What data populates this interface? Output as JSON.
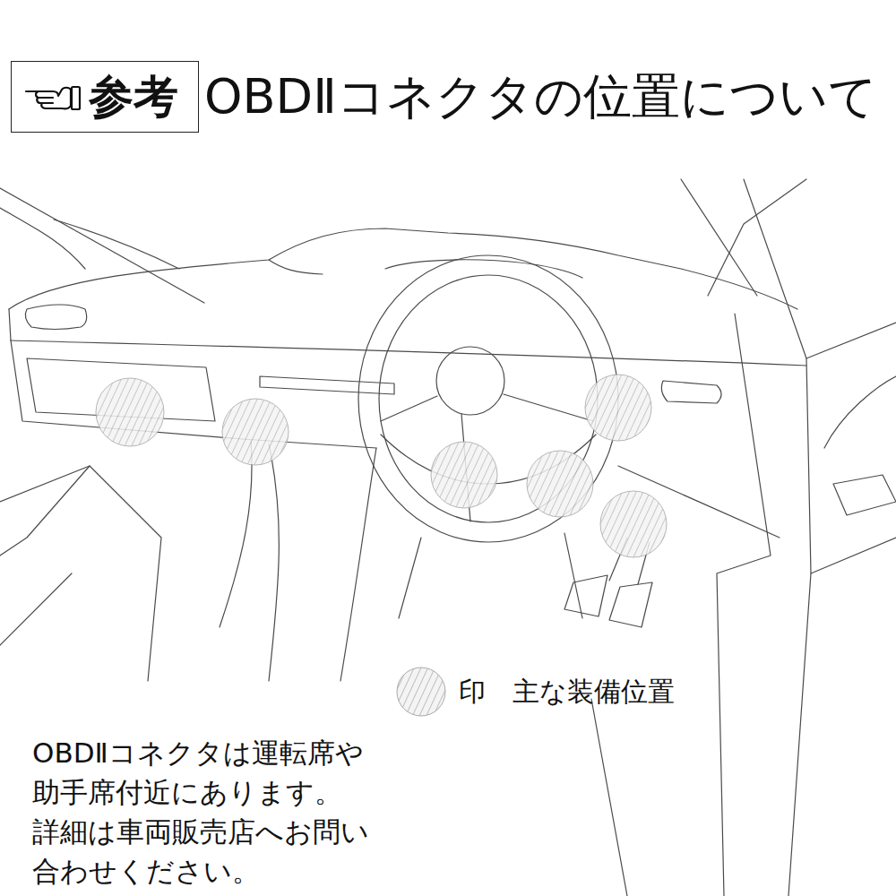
{
  "diagram": {
    "title": "OBDⅡコネクタの位置について",
    "caption": "OBDⅡコネクタは運転席や 助手席付近にあります。 詳細は車両販売店へお問い 合わせください。",
    "nodes": [
      {
        "text": [
          "参考"
        ]
      }
    ],
    "legend": [
      {
        "text": "印　主な装備位置"
      }
    ]
  }
}
